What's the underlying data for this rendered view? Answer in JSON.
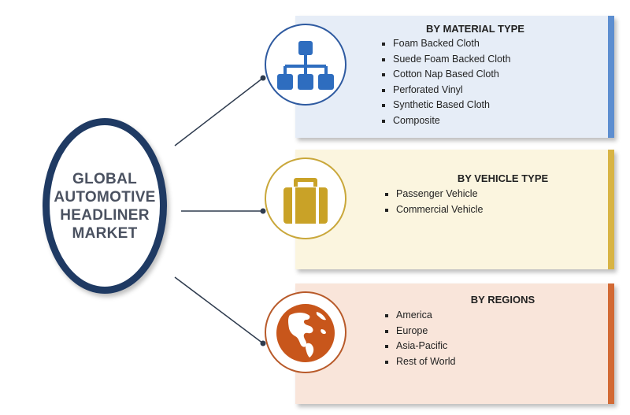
{
  "center": {
    "title_lines": [
      "GLOBAL",
      "AUTOMOTIVE",
      "HEADLINER",
      "MARKET"
    ]
  },
  "segments": [
    {
      "title": "BY MATERIAL TYPE",
      "icon": "hierarchy-icon",
      "color": "#2e6dbf",
      "items": [
        "Foam Backed Cloth",
        "Suede Foam Backed Cloth",
        "Cotton Nap Based Cloth",
        "Perforated Vinyl",
        "Synthetic Based Cloth",
        "Composite"
      ]
    },
    {
      "title": "BY VEHICLE TYPE",
      "icon": "briefcase-icon",
      "color": "#c9a227",
      "items": [
        "Passenger Vehicle",
        "Commercial Vehicle"
      ]
    },
    {
      "title": "BY REGIONS",
      "icon": "globe-icon",
      "color": "#c8561b",
      "items": [
        "America",
        "Europe",
        "Asia-Pacific",
        "Rest of World"
      ]
    }
  ]
}
